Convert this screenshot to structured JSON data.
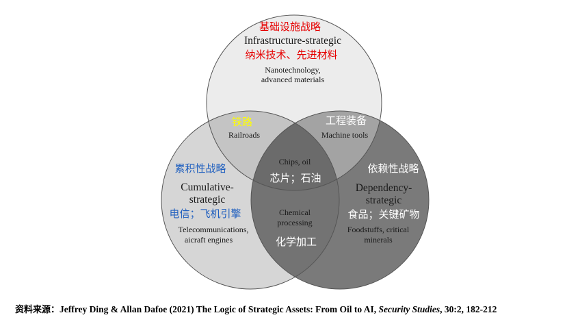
{
  "diagram": {
    "top": {
      "cn_heading": "基础设施战略",
      "en_heading": "Infrastructure-strategic",
      "cn_example": "纳米技术、先进材料",
      "en_example_line1": "Nanotechnology,",
      "en_example_line2": "advanced materials"
    },
    "left": {
      "cn_heading": "累积性战略",
      "en_heading_line1": "Cumulative-",
      "en_heading_line2": "strategic",
      "cn_example": "电信；飞机引擎",
      "en_example_line1": "Telecommunications,",
      "en_example_line2": "aicraft engines"
    },
    "right": {
      "cn_heading": "依赖性战略",
      "en_heading_line1": "Dependency-",
      "en_heading_line2": "strategic",
      "cn_example": "食品；关键矿物",
      "en_example_line1": "Foodstuffs, critical",
      "en_example_line2": "minerals"
    },
    "top_left": {
      "cn": "铁路",
      "en": "Railroads"
    },
    "top_right": {
      "cn": "工程装备",
      "en": "Machine tools"
    },
    "center": {
      "en": "Chips, oil",
      "cn": "芯片；石油"
    },
    "bottom": {
      "en_line1": "Chemical",
      "en_line2": "processing",
      "cn": "化学加工"
    },
    "colors": {
      "top_fill": "#ececec",
      "left_fill": "#d6d6d6",
      "right_fill": "#7a7a7a",
      "top_left_overlap": "#c4c4c4",
      "top_right_overlap": "#a3a3a3",
      "left_right_overlap": "#737373",
      "center_overlap": "#6b6b6b",
      "outline": "#555555",
      "red_text": "#e60000",
      "blue_text": "#1f5fbf",
      "yellow_text": "#ffff00",
      "white_text": "#ffffff",
      "dark_text": "#1a1a1a"
    }
  },
  "caption": {
    "prefix": "资料来源：",
    "authors": "Jeffrey Ding & Allan Dafoe (2021) The Logic of Strategic Assets: From Oil to AI, ",
    "journal": "Security Studies",
    "suffix": ", 30:2, 182-212"
  }
}
